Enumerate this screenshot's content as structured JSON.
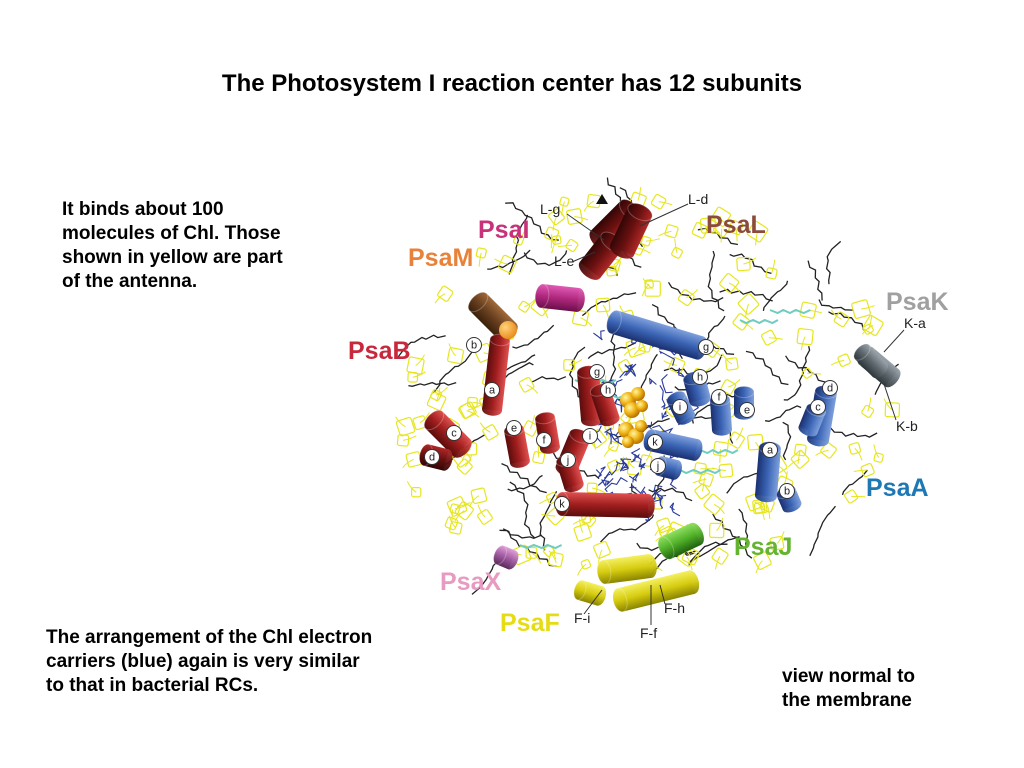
{
  "slide": {
    "title": "The Photosystem I reaction center has 12 subunits",
    "notes": {
      "chl_binding": [
        "It binds about 100",
        "molecules of Chl.  Those",
        "shown in yellow are part",
        "of the antenna."
      ],
      "electron_carriers": [
        "The arrangement of the Chl electron",
        "carriers (blue) again is very similar",
        "to that in bacterial RCs."
      ],
      "view": [
        "view normal to",
        "the membrane"
      ]
    }
  },
  "figure": {
    "subunits": [
      {
        "id": "psal",
        "label": "PsaI",
        "color": "#c8327a"
      },
      {
        "id": "psalL",
        "label": "PsaL",
        "color": "#8b4a3c"
      },
      {
        "id": "psam",
        "label": "PsaM",
        "color": "#e8823a"
      },
      {
        "id": "psab",
        "label": "PsaB",
        "color": "#c8283c"
      },
      {
        "id": "psak",
        "label": "PsaK",
        "color": "#a0a0a0"
      },
      {
        "id": "psaa",
        "label": "PsaA",
        "color": "#1e78b4"
      },
      {
        "id": "psaj",
        "label": "PsaJ",
        "color": "#64b432"
      },
      {
        "id": "psax",
        "label": "PsaX",
        "color": "#e89bc0"
      },
      {
        "id": "psaf",
        "label": "PsaF",
        "color": "#e6dc14"
      }
    ],
    "helix_labels": [
      "L-g",
      "L-d",
      "L-e",
      "K-a",
      "K-b",
      "F-i",
      "F-h",
      "F-f"
    ],
    "psab_helices": [
      "b",
      "a",
      "c",
      "d",
      "e",
      "f",
      "g",
      "h",
      "i",
      "j",
      "k"
    ],
    "psaa_helices": [
      "g",
      "h",
      "i",
      "f",
      "e",
      "d",
      "c",
      "k",
      "j",
      "a",
      "b"
    ],
    "colors": {
      "antenna_chl": "#e6e61e",
      "electron_carriers": "#2a3a9c",
      "psab_helix": "#b42828",
      "psaa_helix": "#3a64b4",
      "lipid": "#222222",
      "carotenoid": "#6ecdc0"
    },
    "icons": [
      "triangle-marker-icon"
    ]
  }
}
